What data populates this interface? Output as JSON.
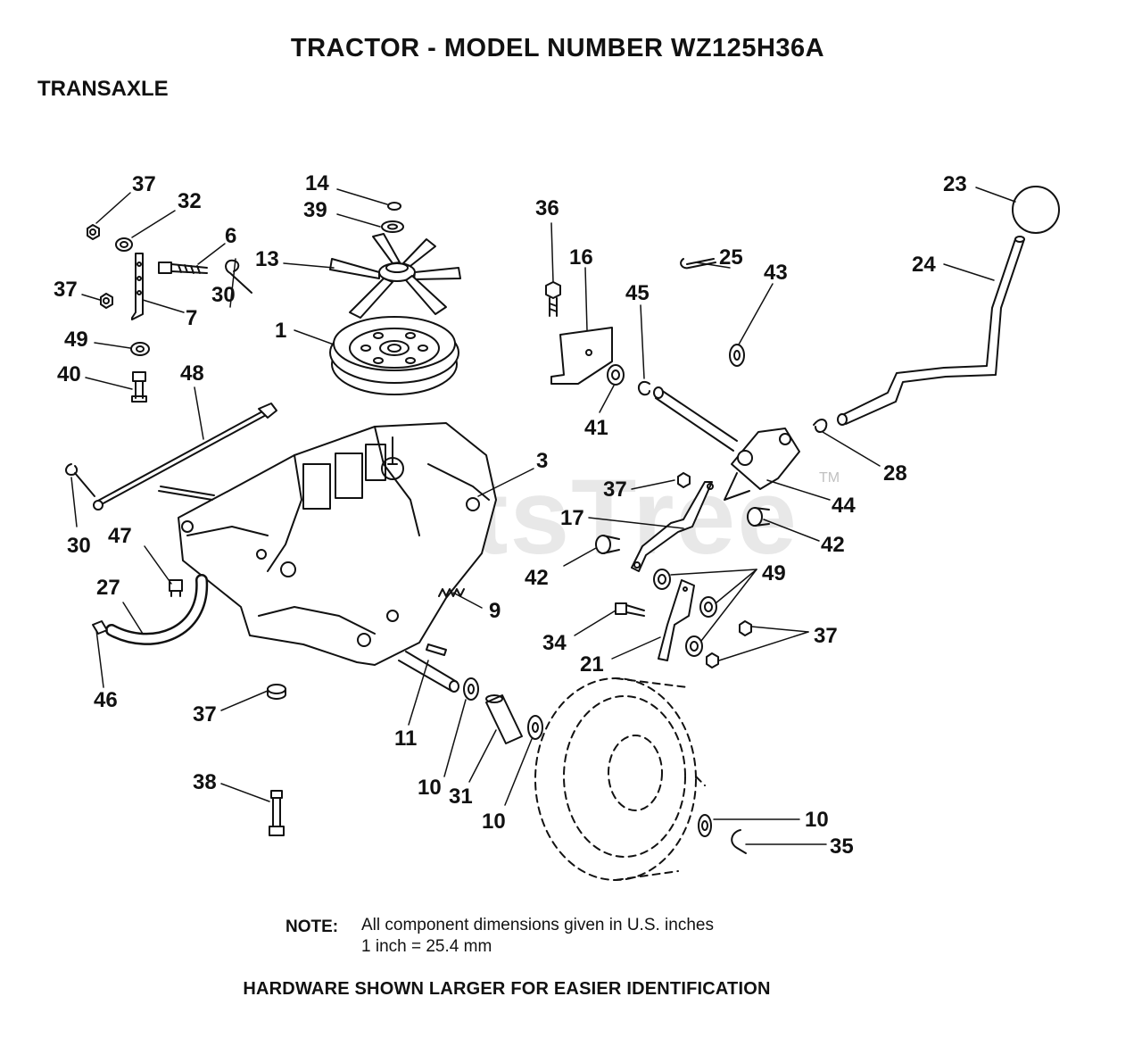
{
  "header": {
    "title": "TRACTOR  - MODEL NUMBER WZ125H36A",
    "section": "TRANSAXLE"
  },
  "watermark": {
    "text": "PartsTree",
    "tm": "TM"
  },
  "note": {
    "label": "NOTE:",
    "line1": "All component dimensions given in U.S. inches",
    "line2": "1 inch = 25.4 mm"
  },
  "footer": "HARDWARE SHOWN LARGER FOR EASIER IDENTIFICATION",
  "callouts": [
    "37",
    "32",
    "6",
    "37",
    "7",
    "49",
    "40",
    "48",
    "30",
    "30",
    "47",
    "27",
    "46",
    "37",
    "38",
    "14",
    "39",
    "13",
    "1",
    "3",
    "9",
    "11",
    "10",
    "31",
    "10",
    "36",
    "16",
    "45",
    "41",
    "25",
    "43",
    "23",
    "24",
    "28",
    "44",
    "42",
    "37",
    "17",
    "42",
    "49",
    "34",
    "21",
    "37",
    "10",
    "35"
  ]
}
